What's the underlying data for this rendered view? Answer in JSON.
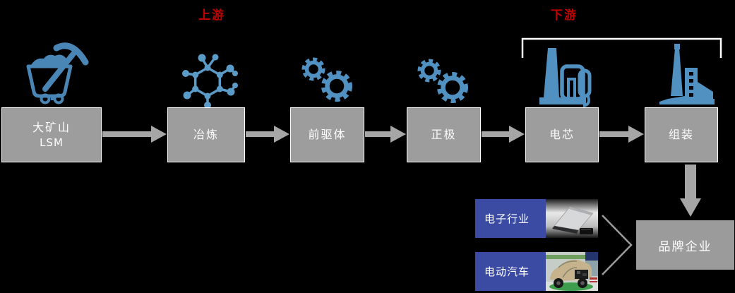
{
  "labels": {
    "upstream": "上游",
    "downstream": "下游"
  },
  "flow": {
    "boxes": [
      {
        "label": "大矿山",
        "sublabel": "LSM",
        "icon": "mine-cart-icon"
      },
      {
        "label": "冶炼",
        "icon": "molecule-icon"
      },
      {
        "label": "前驱体",
        "icon": "gears-icon"
      },
      {
        "label": "正极",
        "icon": "gears-icon"
      },
      {
        "label": "电芯",
        "icon": "factory-icon"
      },
      {
        "label": "组装",
        "icon": "assembly-plant-icon"
      }
    ]
  },
  "downstream_section": {
    "applications": [
      {
        "label": "电子行业",
        "image": "laptop-photo"
      },
      {
        "label": "电动汽车",
        "image": "electric-car-photo"
      }
    ],
    "target": {
      "label": "品牌企业"
    }
  },
  "colors": {
    "background": "#000000",
    "accent_red": "#c00000",
    "icon_blue": "#5091c1",
    "box_gray": "#9d9d9d",
    "box_border": "#ffffff",
    "arrow_gray": "#a6a6a6",
    "app_blue": "#3b4ba3",
    "text_white": "#ffffff"
  }
}
